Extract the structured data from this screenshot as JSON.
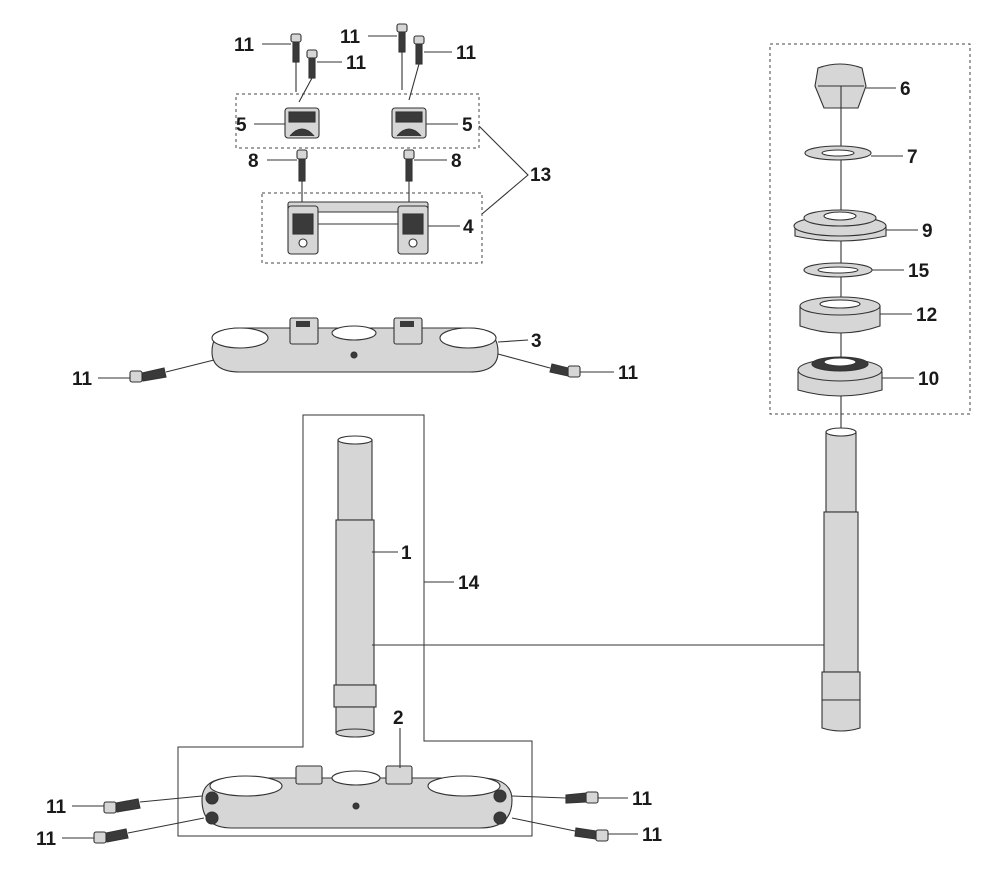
{
  "callouts": {
    "c1": "1",
    "c2": "2",
    "c3": "3",
    "c4": "4",
    "c5": "5",
    "c6": "6",
    "c7": "7",
    "c8": "8",
    "c9": "9",
    "c10": "10",
    "c11": "11",
    "c12": "12",
    "c13": "13",
    "c14": "14",
    "c15": "15"
  },
  "colors": {
    "part_fill": "#d6d6d6",
    "part_dark": "#3a3a3a",
    "line": "#333333",
    "background": "#ffffff"
  }
}
